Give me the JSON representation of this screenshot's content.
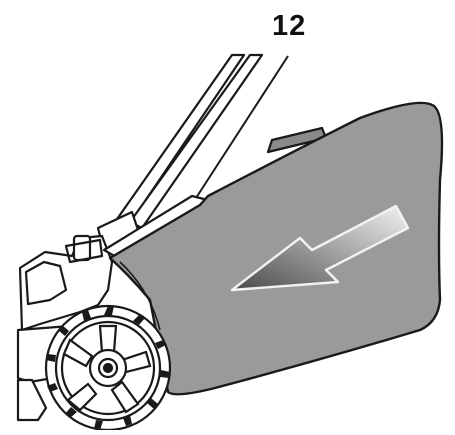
{
  "diagram": {
    "callout_label": "12",
    "colors": {
      "outline": "#1a1a1a",
      "bag_fill": "#9a9a9a",
      "arrow_dark": "#4a4a4a",
      "arrow_light": "#f2f2f2",
      "background": "#ffffff"
    },
    "parts": [
      "grass-catcher-bag",
      "handle-bar",
      "rear-flap",
      "rear-wheel",
      "direction-arrow",
      "leader-line"
    ]
  }
}
